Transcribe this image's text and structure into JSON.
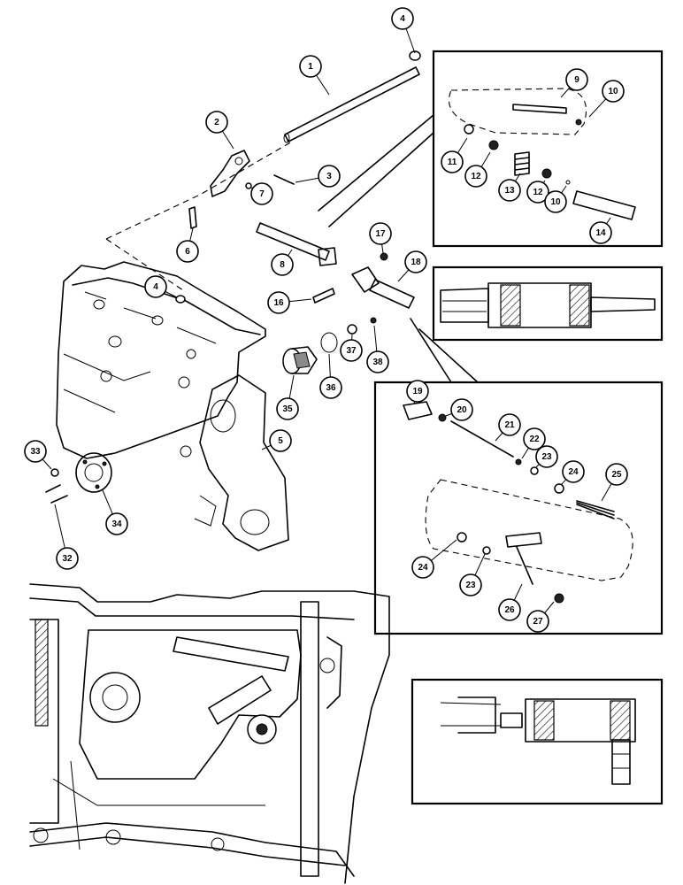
{
  "diagram": {
    "callouts": [
      {
        "id": "c4a",
        "label": "4"
      },
      {
        "id": "c1",
        "label": "1"
      },
      {
        "id": "c9",
        "label": "9"
      },
      {
        "id": "c10a",
        "label": "10"
      },
      {
        "id": "c2",
        "label": "2"
      },
      {
        "id": "c11",
        "label": "11"
      },
      {
        "id": "c12a",
        "label": "12"
      },
      {
        "id": "c3",
        "label": "3"
      },
      {
        "id": "c7",
        "label": "7"
      },
      {
        "id": "c13",
        "label": "13"
      },
      {
        "id": "c12b",
        "label": "12"
      },
      {
        "id": "c10b",
        "label": "10"
      },
      {
        "id": "c14",
        "label": "14"
      },
      {
        "id": "c6",
        "label": "6"
      },
      {
        "id": "c8",
        "label": "8"
      },
      {
        "id": "c17",
        "label": "17"
      },
      {
        "id": "c18",
        "label": "18"
      },
      {
        "id": "c4b",
        "label": "4"
      },
      {
        "id": "c16",
        "label": "16"
      },
      {
        "id": "c37",
        "label": "37"
      },
      {
        "id": "c38",
        "label": "38"
      },
      {
        "id": "c36",
        "label": "36"
      },
      {
        "id": "c35",
        "label": "35"
      },
      {
        "id": "c19",
        "label": "19"
      },
      {
        "id": "c20",
        "label": "20"
      },
      {
        "id": "c21",
        "label": "21"
      },
      {
        "id": "c22",
        "label": "22"
      },
      {
        "id": "c23a",
        "label": "23"
      },
      {
        "id": "c24a",
        "label": "24"
      },
      {
        "id": "c25",
        "label": "25"
      },
      {
        "id": "c5",
        "label": "5"
      },
      {
        "id": "c33",
        "label": "33"
      },
      {
        "id": "c34",
        "label": "34"
      },
      {
        "id": "c32",
        "label": "32"
      },
      {
        "id": "c24b",
        "label": "24"
      },
      {
        "id": "c23b",
        "label": "23"
      },
      {
        "id": "c26",
        "label": "26"
      },
      {
        "id": "c27",
        "label": "27"
      }
    ]
  }
}
